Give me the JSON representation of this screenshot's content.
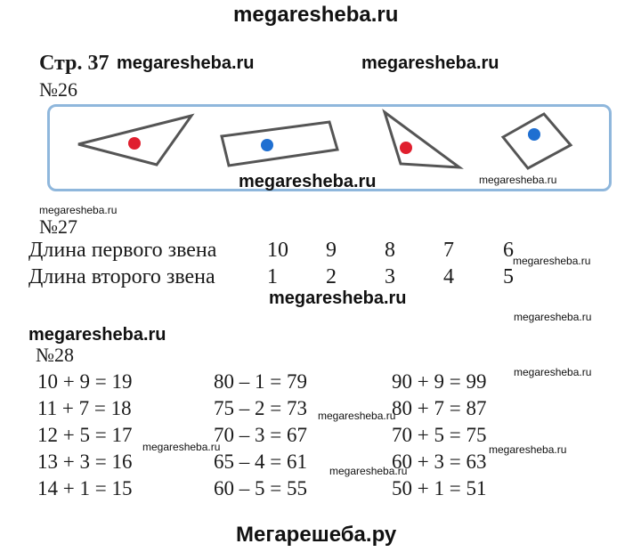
{
  "watermarks": {
    "top": "megaresheba.ru",
    "header_right": "megaresheba.ru",
    "under_box": "megaresheba.ru",
    "under_box_small": "megaresheba.ru",
    "before_27": "megaresheba.ru",
    "after_row1": "megaresheba.ru",
    "middle": "megaresheba.ru",
    "right_small_1": "megaresheba.ru",
    "left_bold": "megaresheba.ru",
    "right_small_2": "megaresheba.ru",
    "eq_mid": "megaresheba.ru",
    "eq_left": "megaresheba.ru",
    "eq_right": "megaresheba.ru",
    "eq_bottom": "megaresheba.ru",
    "footer": "Мегарешеба.ру"
  },
  "header": {
    "page": "Стр. 37",
    "page_watermark": "megaresheba.ru"
  },
  "task26": {
    "label": "№26",
    "dots": [
      {
        "shape": "triangle",
        "color": "#e01f2e"
      },
      {
        "shape": "rectangle",
        "color": "#1f6fd1"
      },
      {
        "shape": "triangle",
        "color": "#e01f2e"
      },
      {
        "shape": "rectangle",
        "color": "#1f6fd1"
      }
    ]
  },
  "task27": {
    "label": "№27",
    "rows": [
      {
        "label": "Длина первого звена",
        "values": [
          "10",
          "9",
          "8",
          "7",
          "6"
        ]
      },
      {
        "label": "Длина второго звена",
        "values": [
          "1",
          "2",
          "3",
          "4",
          "5"
        ]
      }
    ]
  },
  "task28": {
    "label": "№28",
    "columns": [
      [
        "10 + 9 = 19",
        "11 + 7 = 18",
        "12 + 5 = 17",
        "13 + 3 = 16",
        "14 + 1 = 15"
      ],
      [
        "80 – 1 = 79",
        "75 – 2 = 73",
        "70 – 3 = 67",
        "65 – 4 = 61",
        "60 – 5 = 55"
      ],
      [
        "90 + 9 = 99",
        "80 + 7 = 87",
        "70 + 5 = 75",
        "60 + 3 = 63",
        "50 + 1 = 51"
      ]
    ]
  }
}
